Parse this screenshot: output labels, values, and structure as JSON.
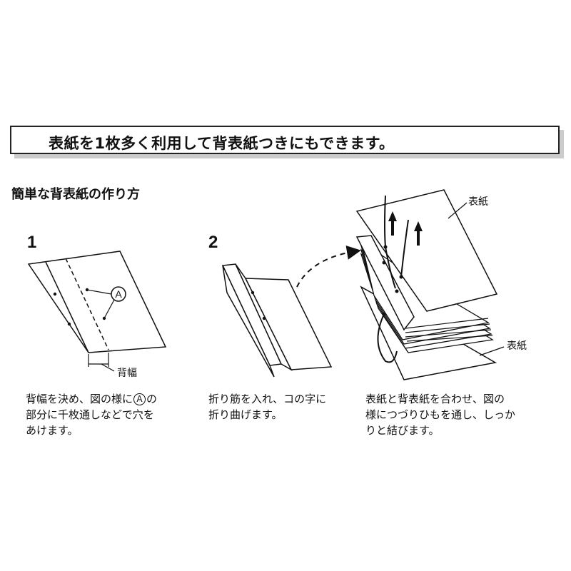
{
  "banner": {
    "text": "表紙を1枚多く利用して背表紙つきにもできます。"
  },
  "section": {
    "title": "簡単な背表紙の作り方"
  },
  "steps": [
    {
      "number": "1",
      "marker": "A",
      "width_label": "背幅",
      "caption_line1_pre": "背幅を決め、図の様に",
      "caption_line1_post": "の",
      "caption_line2": "部分に千枚通しなどで穴を",
      "caption_line3": "あけます。"
    },
    {
      "number": "2",
      "caption_line1": "折り筋を入れ、コの字に",
      "caption_line2": "折り曲げます。"
    },
    {
      "cover_label_top": "表紙",
      "cover_label_bottom": "表紙",
      "caption_line1": "表紙と背表紙を合わせ、図の",
      "caption_line2": "様につづりひもを通し、しっか",
      "caption_line3": "りと結びます。"
    }
  ]
}
